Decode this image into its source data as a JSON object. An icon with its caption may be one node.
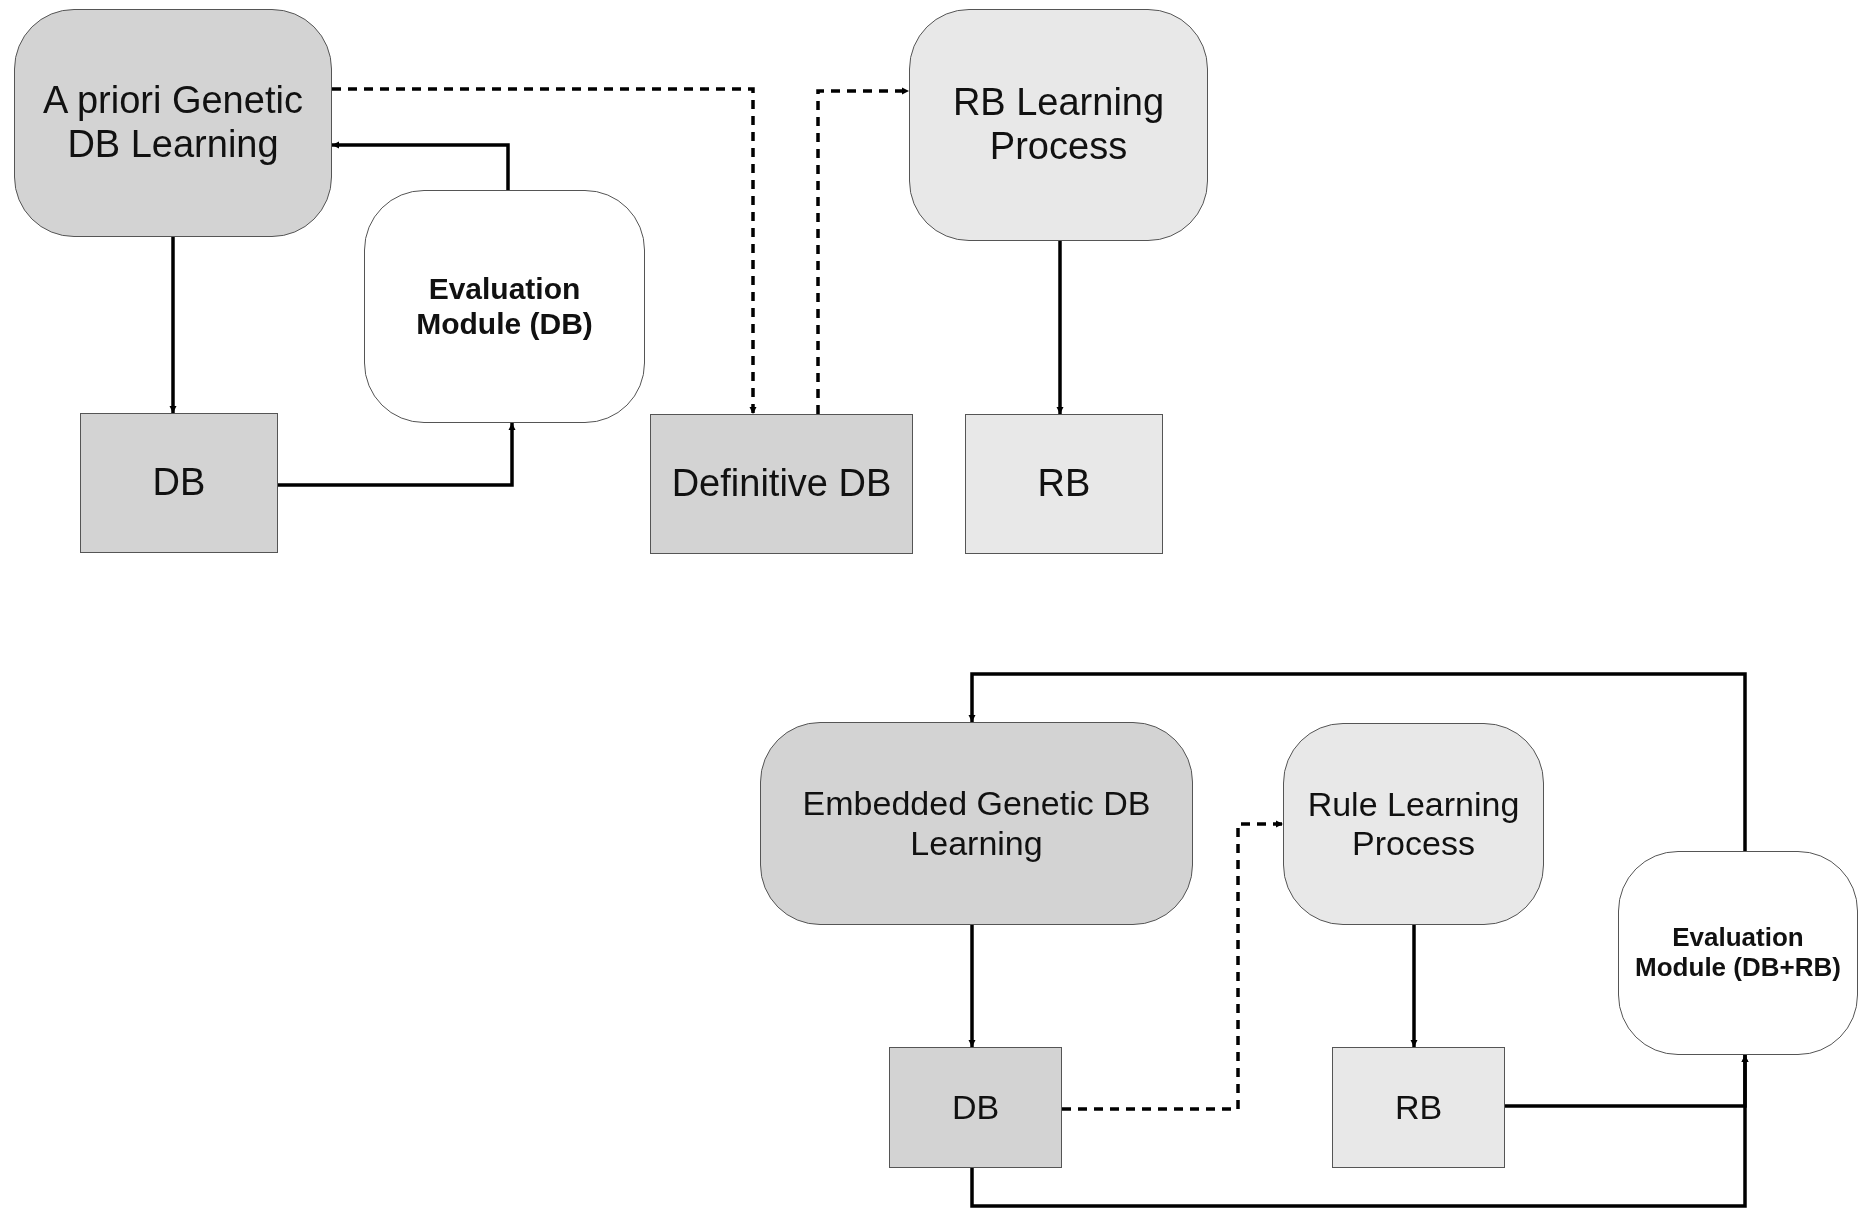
{
  "diagram": {
    "nodes": [
      {
        "text": [
          "A priori Genetic DB Learning"
        ]
      },
      {
        "text": [
          "Evaluation Module (DB)"
        ]
      },
      {
        "text": [
          "DB"
        ]
      },
      {
        "text": [
          "Definitive DB"
        ]
      },
      {
        "text": [
          "RB Learning Process"
        ]
      },
      {
        "text": [
          "RB"
        ]
      },
      {
        "text": [
          "Embedded Genetic DB Learning"
        ]
      },
      {
        "text": [
          "Rule Learning Process"
        ]
      },
      {
        "text": [
          "Evaluation Module (DB+RB)"
        ]
      },
      {
        "text": [
          "DB"
        ]
      },
      {
        "text": [
          "RB"
        ]
      }
    ],
    "edges": [
      {
        "from": 0,
        "to": 2,
        "arrow": "to"
      },
      {
        "from": 2,
        "to": 1,
        "arrow": "to"
      },
      {
        "from": 1,
        "to": 0,
        "arrow": "to"
      },
      {
        "from": 0,
        "to": 3,
        "arrow": "to",
        "style": "dashed"
      },
      {
        "from": 3,
        "to": 4,
        "arrow": "to",
        "style": "dashed"
      },
      {
        "from": 4,
        "to": 5,
        "arrow": "to"
      },
      {
        "from": 6,
        "to": 9,
        "arrow": "to"
      },
      {
        "from": 9,
        "to": 7,
        "arrow": "to",
        "style": "dashed"
      },
      {
        "from": 7,
        "to": 10,
        "arrow": "to"
      },
      {
        "from": 10,
        "to": 8,
        "arrow": "to"
      },
      {
        "from": 9,
        "to": 8,
        "arrow": "to"
      },
      {
        "from": 8,
        "to": 6,
        "arrow": "to"
      }
    ]
  }
}
